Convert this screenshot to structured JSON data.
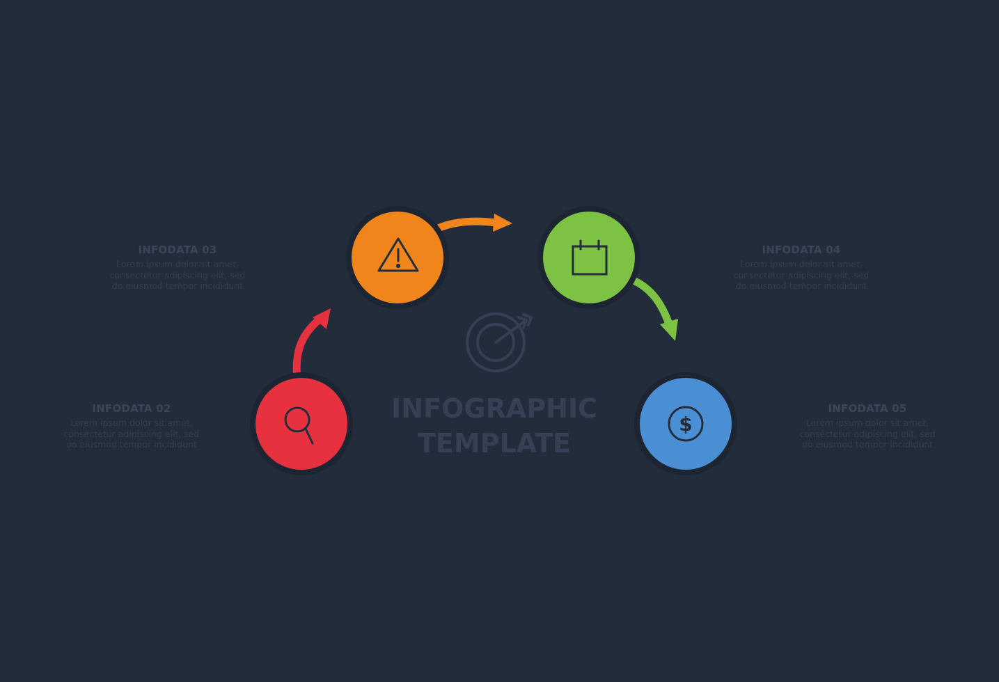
{
  "title": {
    "line1": "INFOGRAPHIC",
    "line2": "TEMPLATE"
  },
  "center_icon": "target-icon",
  "steps": [
    {
      "label": "INFODATA 02",
      "text": [
        "Lorem ipsum dolor sit amet,",
        "consectetur adipiscing elit, sed",
        "do eiusmod tempor incididunt"
      ],
      "icon": "search-icon",
      "color": "#e8313e"
    },
    {
      "label": "INFODATA 03",
      "text": [
        "Lorem ipsum dolor sit amet,",
        "consectetur adipiscing elit, sed",
        "do eiusmod tempor incididunt"
      ],
      "icon": "warning-icon",
      "color": "#f0851c"
    },
    {
      "label": "INFODATA 04",
      "text": [
        "Lorem ipsum dolor sit amet,",
        "consectetur adipiscing elit, sed",
        "do eiusmod tempor incididunt"
      ],
      "icon": "calendar-icon",
      "color": "#7dc242"
    },
    {
      "label": "INFODATA 05",
      "text": [
        "Lorem ipsum dolor sit amet,",
        "consectetur adipiscing elit, sed",
        "do eiusmod tempor incididunt"
      ],
      "icon": "dollar-icon",
      "color": "#4a8fd4"
    }
  ]
}
